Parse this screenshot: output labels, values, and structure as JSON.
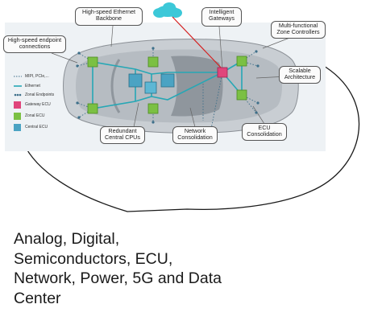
{
  "diagram": {
    "callouts": {
      "high_speed_ethernet_backbone": "High-speed Ethernet Backbone",
      "intelligent_gateways": "Intelligent Gateways",
      "multi_functional_zone_controllers": "Multi-functional Zone Controllers",
      "high_speed_endpoint_connections": "High-speed endpoint connections",
      "scalable_architecture": "Scalable Architecture",
      "redundant_central_cpus": "Redundant Central CPUs",
      "network_consolidation": "Network Consolidation",
      "ecu_consolidation": "ECU Consolidation"
    },
    "legend": {
      "mipi": "MIPI, PCIe,...",
      "ethernet": "Ethernet",
      "zonal_endpoints": "Zonal Endpoints",
      "gateway_ecu": "Gateway ECU",
      "zonal_ecu": "Zonal ECU",
      "central_ecu": "Central ECU"
    },
    "colors": {
      "gateway": "#e0457b",
      "zonal": "#7bc043",
      "central": "#4ba3c3",
      "backbone": "#26a7b5",
      "cloud": "#3cc8d8",
      "gateway_link": "#d42020"
    },
    "icons": {
      "cloud": "cloud-icon"
    }
  },
  "caption": {
    "lines": [
      "Analog, Digital,",
      "Semiconductors, ECU,",
      "Network, Power, 5G and Data",
      "Center"
    ]
  }
}
